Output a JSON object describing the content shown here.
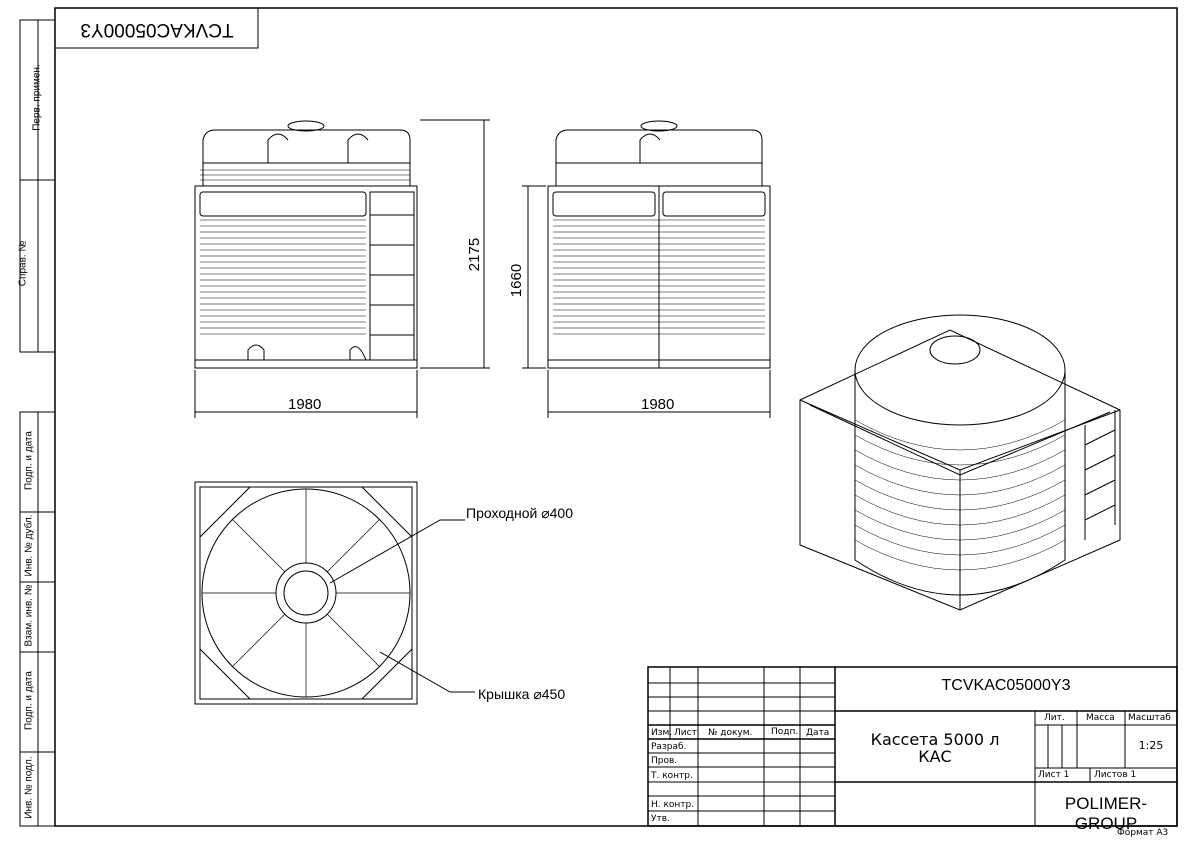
{
  "drawing_code": "TCVKAC05000Y3",
  "side_stamps": [
    "Перв. примен.",
    "Справ. №",
    "Подп. и дата",
    "Инв. № дубл.",
    "Взам. инв. №",
    "Подп. и дата",
    "Инв. № подл."
  ],
  "dimensions": {
    "front_height": "2175",
    "front_width": "1980",
    "side_height": "1660",
    "side_width": "1980"
  },
  "callouts": {
    "hatch": "Проходной ⌀400",
    "lid": "Крышка ⌀450"
  },
  "title_block": {
    "code": "TCVKAC05000Y3",
    "name_line1": "Кассета 5000 л",
    "name_line2": "КАС",
    "headers": {
      "izm": "Изм.",
      "list": "Лист",
      "doc": "№ докум.",
      "sign": "Подп.",
      "date": "Дата"
    },
    "rows": [
      "Разраб.",
      "Пров.",
      "Т. контр.",
      "Н. контр.",
      "Утв."
    ],
    "lit": "Лит.",
    "mass": "Масса",
    "scale_label": "Масштаб",
    "scale": "1:25",
    "sheet": "Лист 1",
    "sheets": "Листов 1",
    "company": "POLIMER-GROUP"
  },
  "format": "Формат А3"
}
